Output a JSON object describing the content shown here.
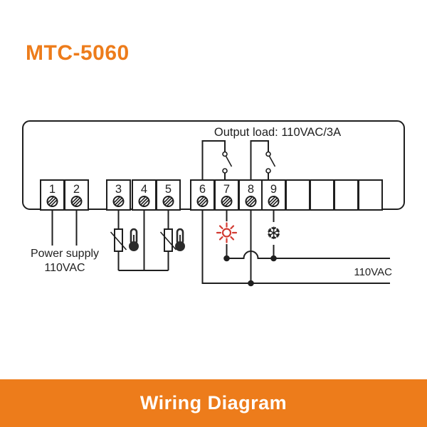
{
  "title": "MTC-5060",
  "colors": {
    "accent": "#ED7C1B",
    "line": "#1F1F1F",
    "heat": "#D23A31"
  },
  "diagram": {
    "output_load_label": "Output load: 110VAC/3A",
    "power_supply_label": [
      "Power supply",
      "110VAC"
    ],
    "mains_label": "110VAC",
    "terminals": [
      {
        "label": "1"
      },
      {
        "label": "2"
      },
      {
        "label": "3"
      },
      {
        "label": "4"
      },
      {
        "label": "5"
      },
      {
        "label": "6"
      },
      {
        "label": "7"
      },
      {
        "label": "8"
      },
      {
        "label": "9"
      }
    ],
    "empty_slot_count": 4,
    "snowflake_glyph": "❆"
  },
  "footer": {
    "label": "Wiring Diagram"
  }
}
